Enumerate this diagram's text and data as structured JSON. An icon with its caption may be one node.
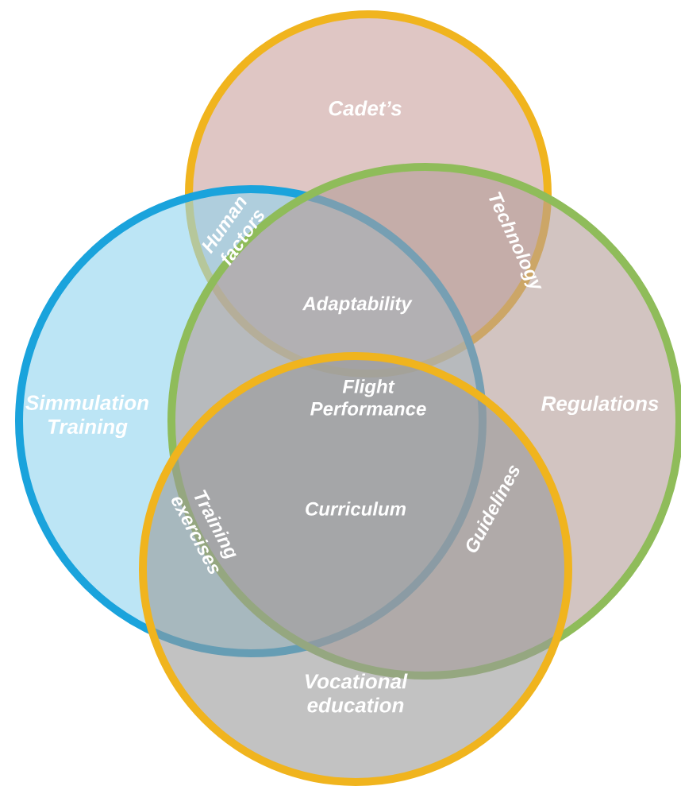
{
  "diagram": {
    "nodes": [
      {
        "text": [
          "Cadet’s"
        ]
      },
      {
        "text": [
          "Simmulation Training"
        ]
      },
      {
        "text": [
          "Regulations"
        ]
      },
      {
        "text": [
          "Vocational education"
        ]
      }
    ],
    "labels": [
      "Human factors",
      "Technology",
      "Adaptability",
      "Flight Performance",
      "Training exercises",
      "Curriculum",
      "Guidelines"
    ]
  }
}
